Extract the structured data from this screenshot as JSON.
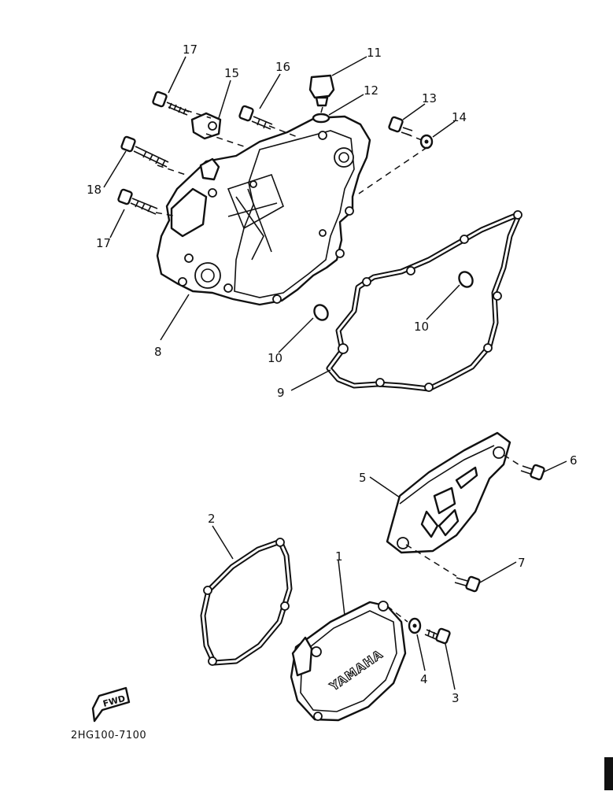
{
  "diagram": {
    "labels": {
      "p1": "1",
      "p2": "2",
      "p3": "3",
      "p4": "4",
      "p5": "5",
      "p6": "6",
      "p7": "7",
      "p8": "8",
      "p9": "9",
      "p10a": "10",
      "p10b": "10",
      "p11": "11",
      "p12": "12",
      "p13": "13",
      "p14": "14",
      "p15": "15",
      "p16": "16",
      "p17a": "17",
      "p17b": "17",
      "p18": "18"
    },
    "brand_text": "YAMAHA",
    "fwd_text": "FWD",
    "code": "2HG100-7100"
  }
}
